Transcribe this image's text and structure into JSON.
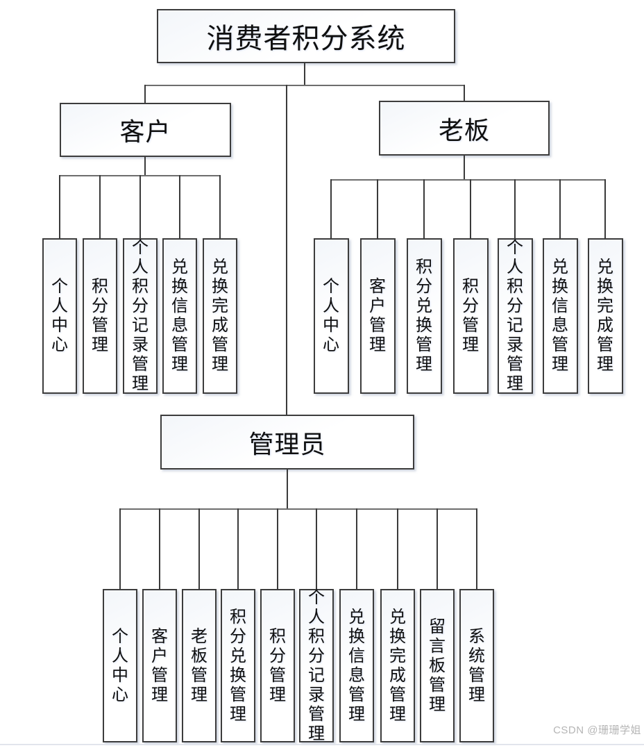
{
  "diagram": {
    "root": {
      "label": "消费者积分系统"
    },
    "branches": [
      {
        "label": "客户",
        "children": [
          "个人中心",
          "积分管理",
          "个人积分记录管理",
          "兑换信息管理",
          "兑换完成管理"
        ]
      },
      {
        "label": "老板",
        "children": [
          "个人中心",
          "客户管理",
          "积分兑换管理",
          "积分管理",
          "个人积分记录管理",
          "兑换信息管理",
          "兑换完成管理"
        ]
      },
      {
        "label": "管理员",
        "children": [
          "个人中心",
          "客户管理",
          "老板管理",
          "积分兑换管理",
          "积分管理",
          "个人积分记录管理",
          "兑换信息管理",
          "兑换完成管理",
          "留言板管理",
          "系统管理"
        ]
      }
    ],
    "watermark": "CSDN @珊珊学姐",
    "colors": {
      "line": "#3a3a3a",
      "hline": "#6d6d6d",
      "box_border": "#3c3c3c",
      "box_fill": "#ffffff",
      "watermark": "#b5b5b5"
    }
  }
}
